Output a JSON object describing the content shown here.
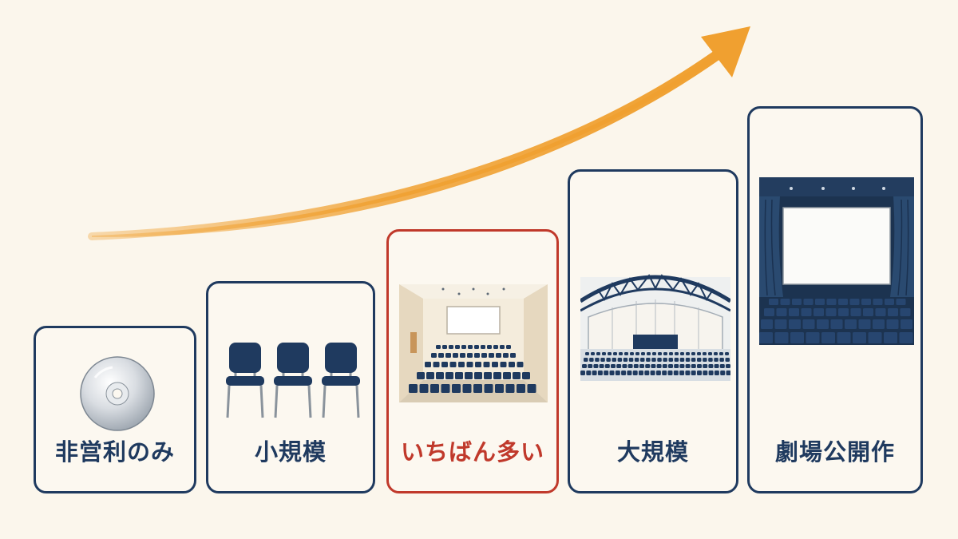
{
  "arrow": {
    "color": "#f0a030"
  },
  "cards": [
    {
      "label": "非営利のみ",
      "icon": "disc-icon",
      "highlight": false
    },
    {
      "label": "小規模",
      "icon": "chairs-icon",
      "highlight": false
    },
    {
      "label": "いちばん多い",
      "icon": "meeting-hall-icon",
      "highlight": true
    },
    {
      "label": "大規模",
      "icon": "arena-icon",
      "highlight": false
    },
    {
      "label": "劇場公開作",
      "icon": "theater-icon",
      "highlight": false
    }
  ],
  "colors": {
    "navy": "#1f3a5f",
    "highlight": "#c0392b",
    "background": "#fbf6ec"
  }
}
